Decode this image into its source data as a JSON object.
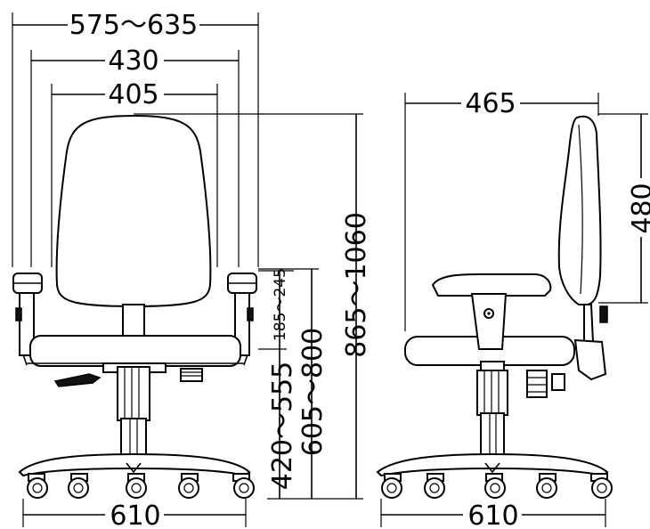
{
  "dimensions": {
    "front": {
      "overall_width_range": "575～635",
      "armrest_inner_width": "430",
      "seat_width": "405",
      "base_width": "610",
      "seat_height_range": "420～555",
      "armrest_height_adjust": "185～245",
      "armrest_height_range": "605～800",
      "overall_height_range": "865～1060"
    },
    "side": {
      "overall_depth": "465",
      "backrest_height": "480",
      "base_width": "610"
    }
  }
}
